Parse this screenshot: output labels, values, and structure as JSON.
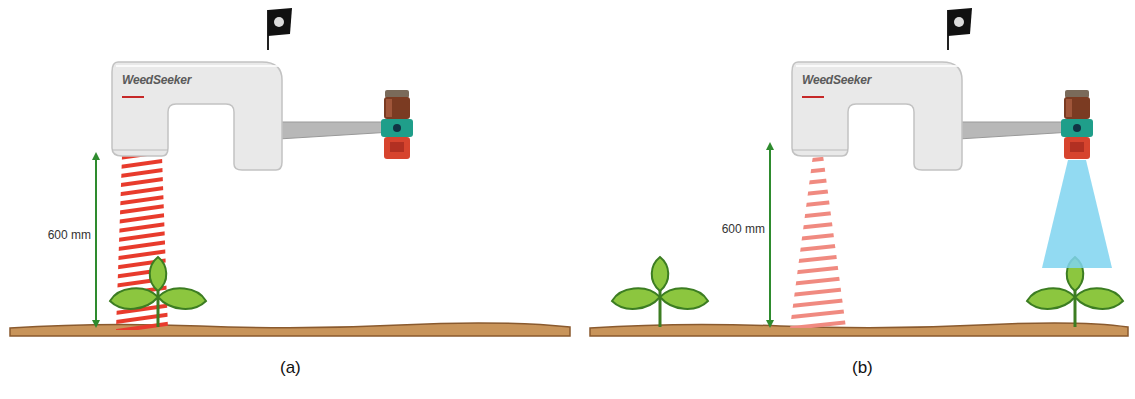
{
  "diagram": {
    "labels": [
      "WeedSeeker",
      "600 mm",
      "(a)",
      "WeedSeeker",
      "600 mm",
      "(b)"
    ]
  }
}
